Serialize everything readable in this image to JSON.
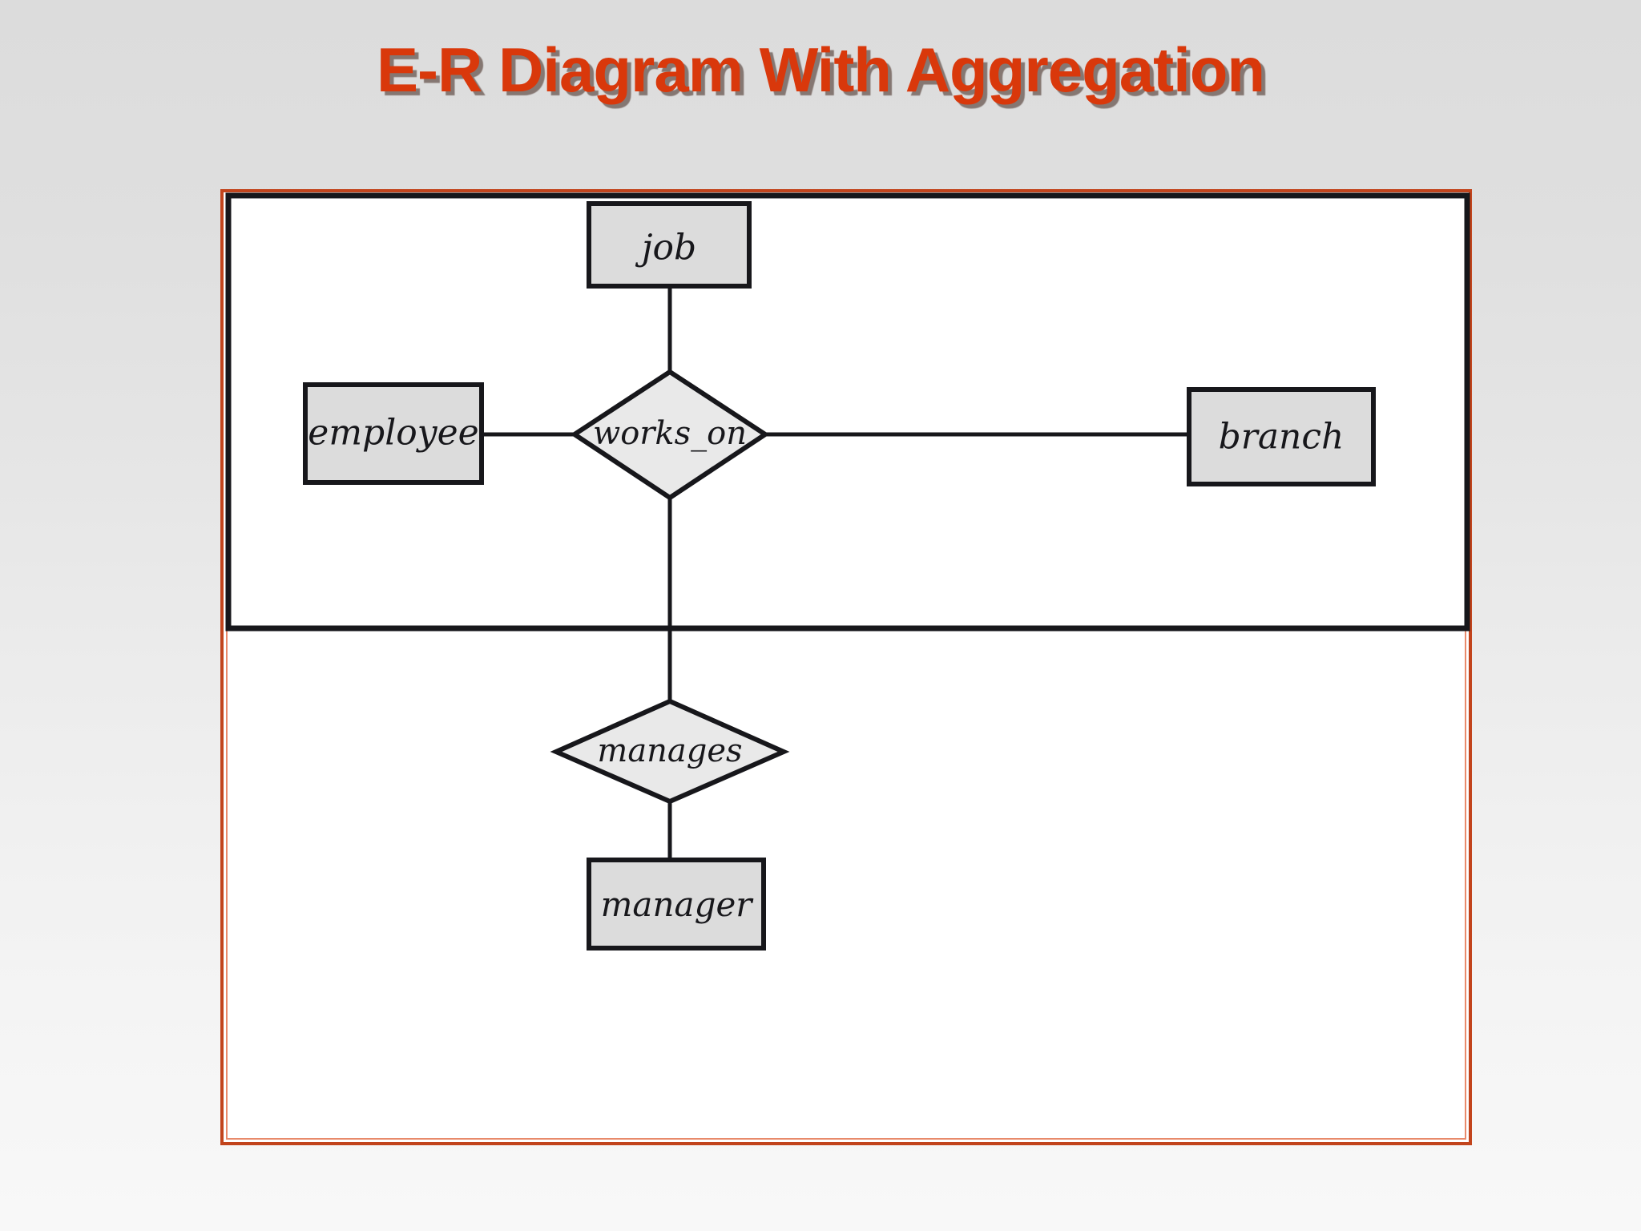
{
  "slide": {
    "title": "E-R Diagram With Aggregation",
    "title_color": "#d9380b",
    "background_top": "#dcdcdc",
    "background_bottom": "#f8f8f8"
  },
  "figure": {
    "frame_color": "#c2441c",
    "frame_inner_color": "#e88a6b",
    "canvas_color": "#ffffff"
  },
  "diagram": {
    "type": "er-diagram",
    "shape_fill": "#dcdcdc",
    "shape_stroke": "#17171b",
    "line_color": "#17171b",
    "aggregation": {
      "name": "aggregation-box",
      "label": "",
      "contains": [
        "employee",
        "works_on",
        "branch",
        "job"
      ]
    },
    "entities": [
      {
        "id": "job",
        "label": "job",
        "shape": "rectangle"
      },
      {
        "id": "employee",
        "label": "employee",
        "shape": "rectangle"
      },
      {
        "id": "branch",
        "label": "branch",
        "shape": "rectangle"
      },
      {
        "id": "manager",
        "label": "manager",
        "shape": "rectangle"
      }
    ],
    "relationships": [
      {
        "id": "works_on",
        "label": "works_on",
        "shape": "diamond"
      },
      {
        "id": "manages",
        "label": "manages",
        "shape": "diamond"
      }
    ],
    "edges": [
      {
        "from": "job",
        "to": "works_on"
      },
      {
        "from": "employee",
        "to": "works_on"
      },
      {
        "from": "works_on",
        "to": "branch"
      },
      {
        "from": "aggregation-box",
        "to": "manages"
      },
      {
        "from": "manages",
        "to": "manager"
      }
    ]
  }
}
